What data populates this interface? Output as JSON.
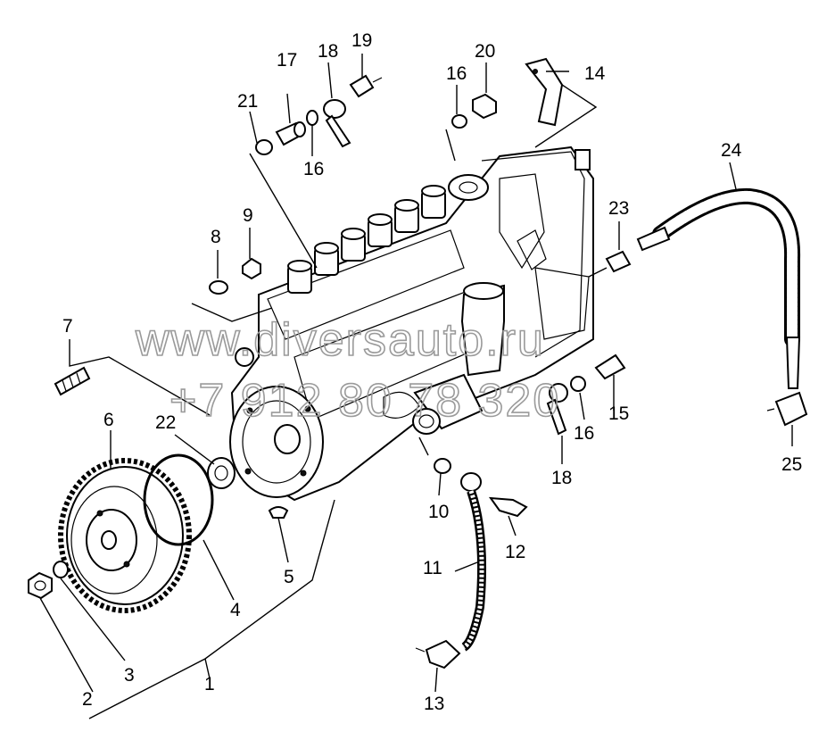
{
  "diagram": {
    "callouts": [
      "1",
      "2",
      "3",
      "4",
      "5",
      "6",
      "7",
      "8",
      "9",
      "10",
      "11",
      "12",
      "13",
      "14",
      "15",
      "16",
      "17",
      "18",
      "19",
      "20",
      "21",
      "22",
      "23",
      "24",
      "25"
    ],
    "callout_16_dup": [
      "16",
      "16",
      "16"
    ],
    "callout_18_dup": [
      "18",
      "18"
    ],
    "watermark": {
      "line1": "www.diversauto.ru",
      "line2": "+7 912 80 78 320"
    }
  }
}
